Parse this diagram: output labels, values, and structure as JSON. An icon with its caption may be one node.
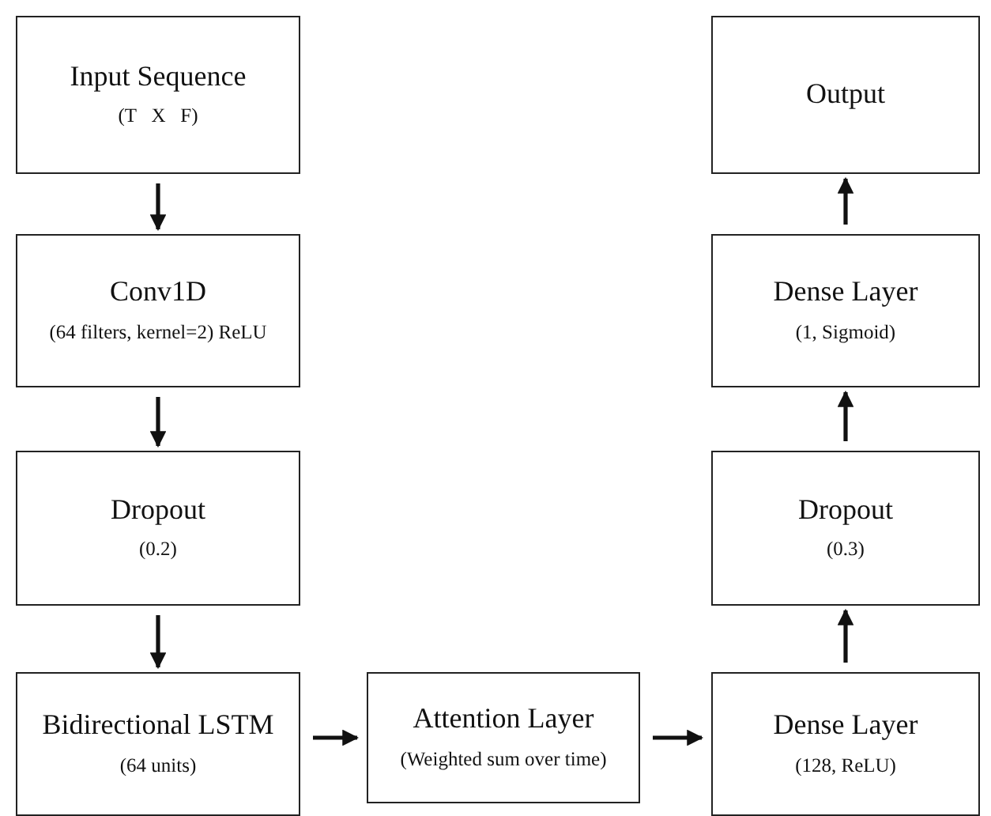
{
  "diagram": {
    "nodes": [
      {
        "text": [
          "Input Sequence",
          "(T   X   F)"
        ]
      },
      {
        "text": [
          "Conv1D",
          "(64 filters, kernel=2) ReLU"
        ]
      },
      {
        "text": [
          "Dropout",
          "(0.2)"
        ]
      },
      {
        "text": [
          "Bidirectional LSTM",
          "(64 units)"
        ]
      },
      {
        "text": [
          "Attention Layer",
          "(Weighted sum over time)"
        ]
      },
      {
        "text": [
          "Dense Layer",
          "(128, ReLU)"
        ]
      },
      {
        "text": [
          "Dropout",
          "(0.3)"
        ]
      },
      {
        "text": [
          "Dense Layer",
          "(1, Sigmoid)"
        ]
      },
      {
        "text": [
          "Output"
        ]
      }
    ],
    "edges": [
      {
        "from": 0,
        "to": 1,
        "arrow": "to"
      },
      {
        "from": 1,
        "to": 2,
        "arrow": "to"
      },
      {
        "from": 2,
        "to": 3,
        "arrow": "to"
      },
      {
        "from": 3,
        "to": 4,
        "arrow": "to"
      },
      {
        "from": 4,
        "to": 5,
        "arrow": "to"
      },
      {
        "from": 5,
        "to": 6,
        "arrow": "to"
      },
      {
        "from": 6,
        "to": 7,
        "arrow": "to"
      },
      {
        "from": 7,
        "to": 8,
        "arrow": "to"
      }
    ]
  }
}
